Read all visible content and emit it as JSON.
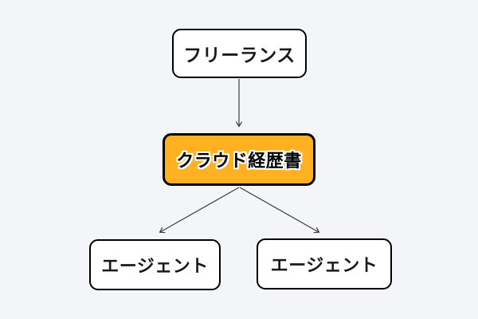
{
  "diagram": {
    "background_color": "#F4F5F9",
    "arrow_color": "#3b3b3b",
    "accent_color": "#FFB121",
    "nodes": [
      {
        "id": "freelance",
        "label": "フリーランス",
        "fill": "#FFFFFF",
        "border": "#000000",
        "text_style": "bold-black"
      },
      {
        "id": "cloud-resume",
        "label": "クラウド経歴書",
        "fill": "#FFB121",
        "border": "#000000",
        "text_style": "bold-black-white-outline"
      },
      {
        "id": "agent-left",
        "label": "エージェント",
        "fill": "#FFFFFF",
        "border": "#000000",
        "text_style": "bold-black"
      },
      {
        "id": "agent-right",
        "label": "エージェント",
        "fill": "#FFFFFF",
        "border": "#000000",
        "text_style": "bold-black"
      }
    ],
    "edges": [
      {
        "from": "freelance",
        "to": "cloud-resume",
        "style": "thin-arrow"
      },
      {
        "from": "cloud-resume",
        "to": "agent-left",
        "style": "thin-arrow"
      },
      {
        "from": "cloud-resume",
        "to": "agent-right",
        "style": "thin-arrow"
      }
    ]
  }
}
